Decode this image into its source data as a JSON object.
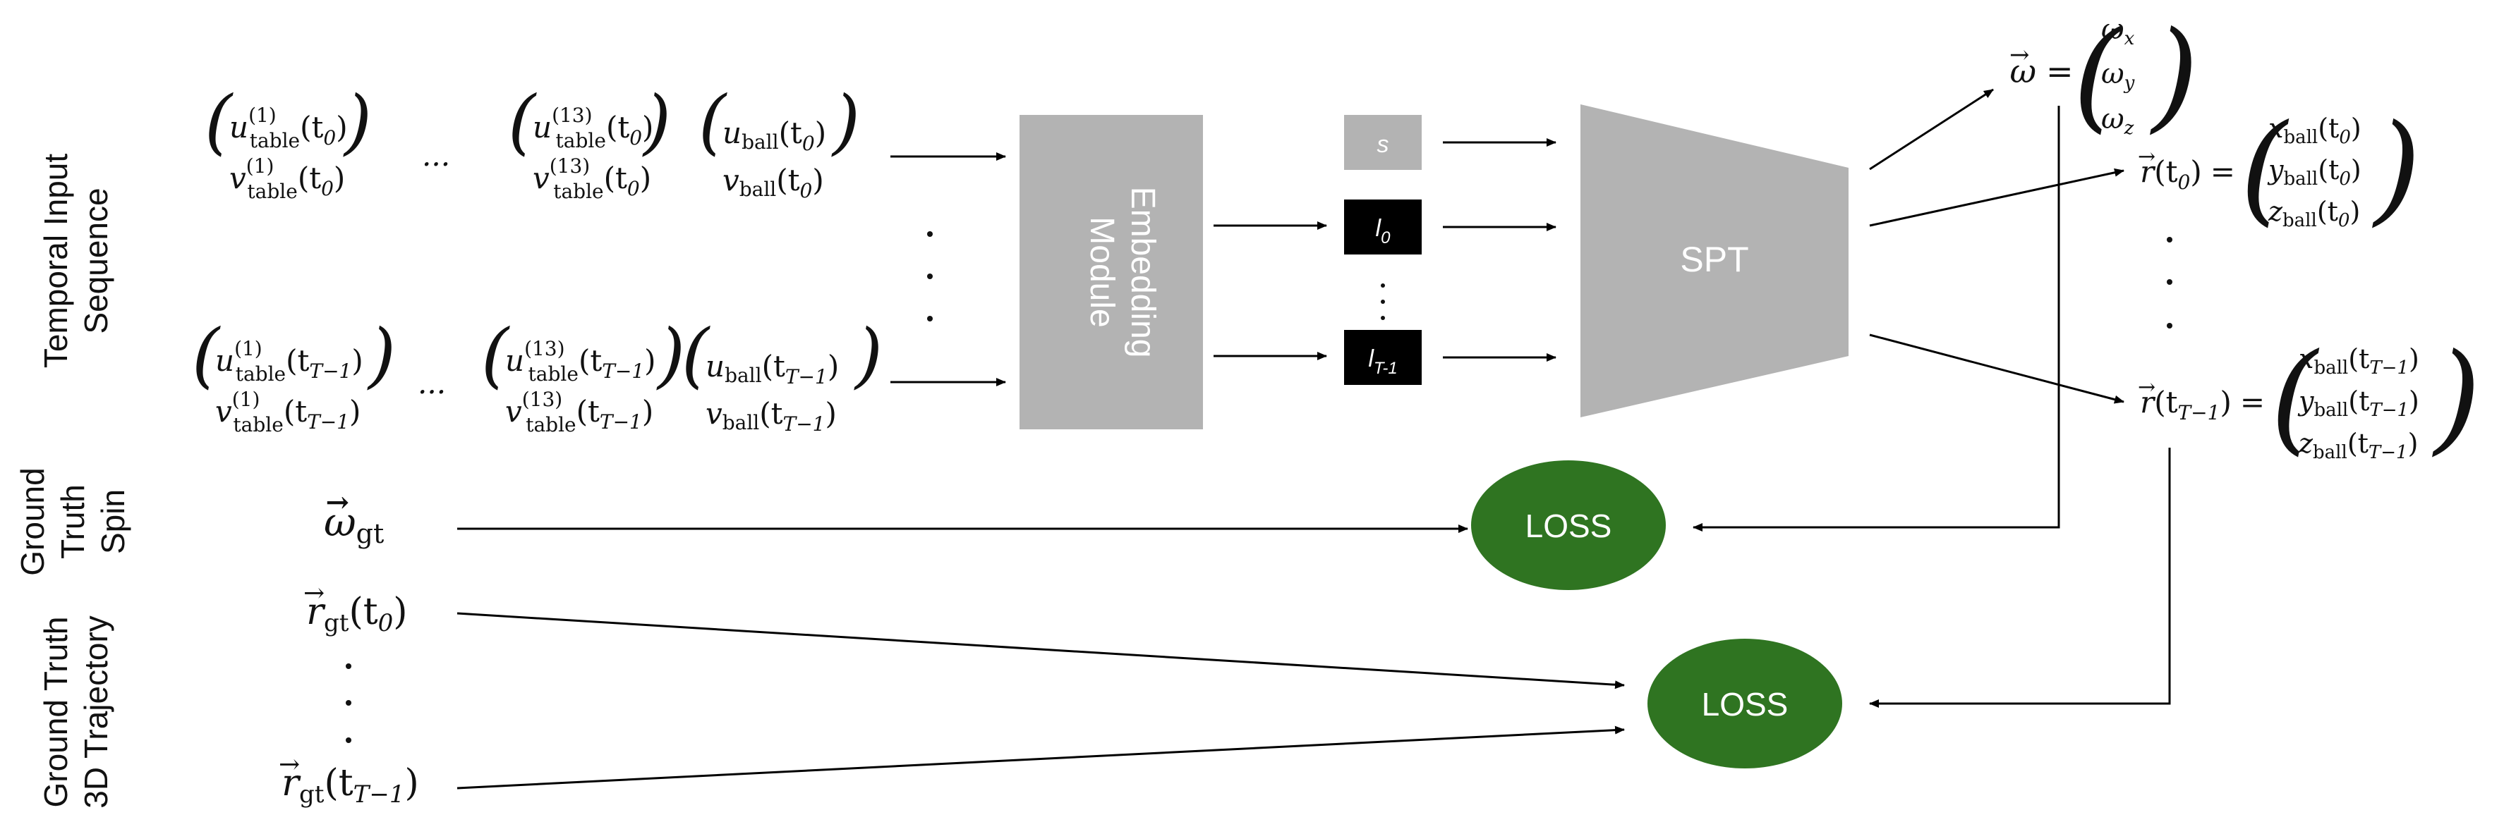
{
  "side_labels": {
    "temporal_line1": "Temporal Input",
    "temporal_line2": "Sequence",
    "spin_line1": "Ground",
    "spin_line2": "Truth",
    "spin_line3": "Spin",
    "traj_line1": "Ground Truth",
    "traj_line2": "3D Trajectory"
  },
  "inputs": {
    "ellipsis": "...",
    "u_label": "u",
    "v_label": "v",
    "sub_table": "table",
    "sub_ball": "ball",
    "sup_1": "(1)",
    "sup_13": "(13)",
    "arg_t0": "(t",
    "arg_t0_sub": "0",
    "arg_close": ")",
    "arg_tT_sub": "T−1"
  },
  "embedding": {
    "line1": "Embedding",
    "line2": "Module"
  },
  "tokens": {
    "s": "s",
    "l0": "l",
    "l0_sub": "0",
    "lT": "l",
    "lT_sub": "T-1"
  },
  "spt": {
    "label": "SPT"
  },
  "outputs": {
    "omega": "ω",
    "eq": "=",
    "omega_x_sub": "x",
    "omega_y_sub": "y",
    "omega_z_sub": "z",
    "r": "r",
    "x": "x",
    "y": "y",
    "z": "z"
  },
  "ground_truth": {
    "omega_gt_sub": "gt",
    "r_gt_sub": "gt"
  },
  "loss": {
    "label1": "LOSS",
    "label2": "LOSS"
  },
  "colors": {
    "module_gray": "#b3b3b3",
    "token_black": "#000000",
    "loss_green": "#2f7421",
    "arrow": "#000000"
  }
}
